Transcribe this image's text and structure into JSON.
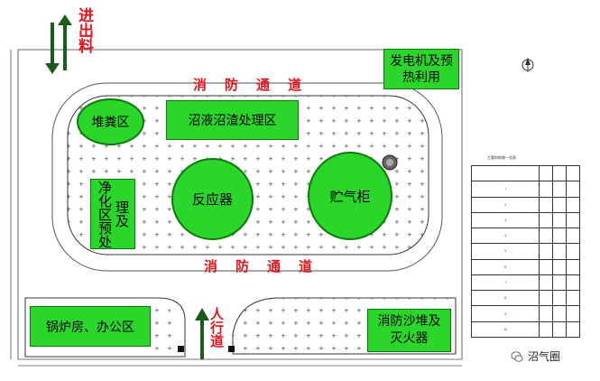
{
  "colors": {
    "zone_fill": "#2bd62b",
    "zone_border": "#0a7a0a",
    "label_red": "#e3141c",
    "arrow_green": "#1a5c1a"
  },
  "entry_exit": {
    "label": "进出料"
  },
  "pedestrian": {
    "label": "人行道"
  },
  "fire_road": {
    "top": "消防通道",
    "middle": "消防通道"
  },
  "zones": {
    "generator": "发电机及预热利用",
    "manure": "堆粪区",
    "slurry": "沼液沼渣处理区",
    "purify": "净化区",
    "pretreat": "预处理及",
    "reactor": "反应器",
    "gas_holder": "贮气柜",
    "boiler": "锅炉房、办公区",
    "fire_sand": "消防沙堆及灭火器"
  },
  "legend": {
    "title": "主要构筑物一览表",
    "rows": [
      "1",
      "2",
      "3",
      "4",
      "5",
      "6",
      "7",
      "8",
      "9",
      "10"
    ]
  },
  "watermark": {
    "text": "沼气圈"
  },
  "icons": {
    "compass": "north-arrow-icon",
    "flare": "flare-icon",
    "watermark": "wechat-icon"
  }
}
